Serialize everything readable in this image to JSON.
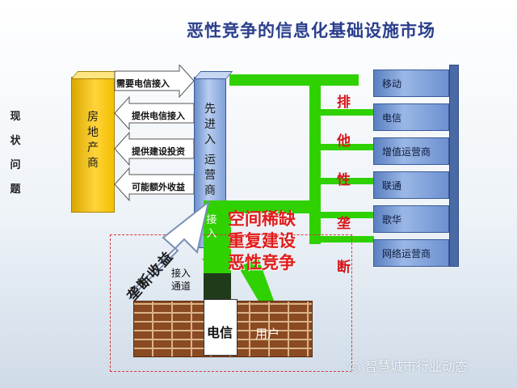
{
  "title": "恶性竞争的信息化基础设施市场",
  "side_label": [
    "现",
    "状",
    "问",
    "题"
  ],
  "real_estate": [
    "房",
    "地",
    "产",
    "商"
  ],
  "incumbent": [
    "先",
    "进",
    "入",
    "运",
    "营",
    "商"
  ],
  "arrows": {
    "need_telecom": "需要电信接入",
    "provide_telecom": "提供电信接入",
    "provide_invest": "提供建设投资",
    "extra_income": "可能额外收益"
  },
  "carriers": [
    "移动",
    "电信",
    "增值运营商",
    "联通",
    "歌华",
    "网络运营商"
  ],
  "exclusion_chars": [
    "排",
    "他",
    "性",
    "垄",
    "断"
  ],
  "access_label": [
    "接",
    "入"
  ],
  "monopoly_benefit": "垄断收益",
  "access_channel": [
    "接入",
    "通道"
  ],
  "problems": [
    "空间稀缺",
    "重复建设",
    "恶性竞争"
  ],
  "building": {
    "telecom": "电信",
    "user": "用户"
  },
  "watermark": "智慧城市行业动态",
  "colors": {
    "title": "#2a3e8c",
    "red": "#e11b1b",
    "green": "#2fd100",
    "gold": "#ffd43b",
    "blue": "#6d90d0"
  }
}
